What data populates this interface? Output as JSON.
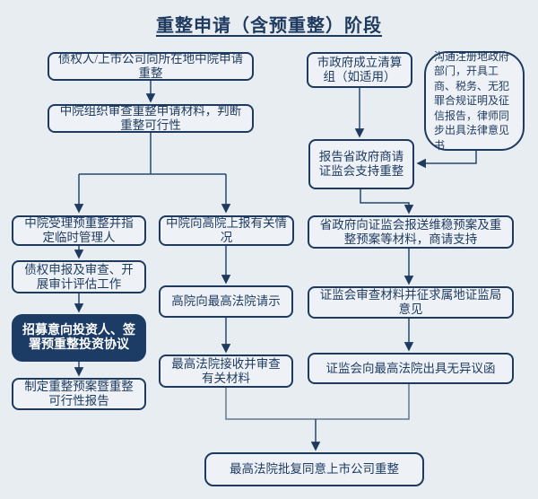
{
  "title": "重整申请（含预重整）阶段",
  "nodes": {
    "creditor_apply": {
      "text": "债权人/上市公司向所在地中院申请重整"
    },
    "court_review": {
      "text": "中院组织审查重整申请材料，判断重整可行性"
    },
    "accept_prereorg": {
      "text": "中院受理预重整并指定临时管理人"
    },
    "claims_audit": {
      "text": "债权申报及审查、开展审计评估工作"
    },
    "recruit_investors": {
      "text": "招募意向投资人、签署预重整投资协议"
    },
    "draft_plan": {
      "text": "制定重整预案暨重整可行性报告"
    },
    "report_higher_court": {
      "text": "中院向高院上报有关情况"
    },
    "higher_court_request": {
      "text": "高院向最高法院请示"
    },
    "supreme_court_review": {
      "text": "最高法院接收并审查有关材料"
    },
    "city_gov_liquidation": {
      "text": "市政府成立清算组（如适用）"
    },
    "gov_communication": {
      "text": "沟通注册地政府部门，开具工商、税务、无犯罪合规证明及征信报告，律师同步出具法律意见书"
    },
    "report_province_gov": {
      "text": "报告省政府商请证监会支持重整"
    },
    "province_to_csrc": {
      "text": "省政府向证监会报送维稳预案及重整预案等材料，商请支持"
    },
    "csrc_review": {
      "text": "证监会审查材料并征求属地证监局意见"
    },
    "csrc_no_objection": {
      "text": "证监会向最高法院出具无异议函"
    },
    "supreme_approval": {
      "text": "最高法院批复同意上市公司重整"
    }
  },
  "colors": {
    "background": "#e8edf2",
    "node_fill": "#eef2f7",
    "node_border": "#1e3a5f",
    "dark_node_fill": "#1c3c66",
    "dark_node_text": "#ffffff",
    "text": "#1e3a5f",
    "connector": "#27486f",
    "merge_connector": "#64788e"
  }
}
